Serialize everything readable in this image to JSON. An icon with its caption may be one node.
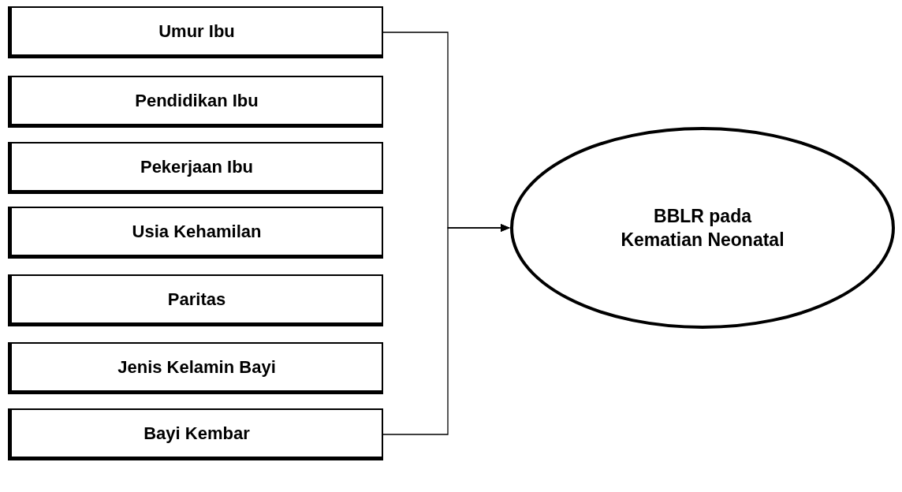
{
  "diagram": {
    "nodes": [
      {
        "text": [
          "Umur Ibu"
        ]
      },
      {
        "text": [
          "Pendidikan Ibu"
        ]
      },
      {
        "text": [
          "Pekerjaan Ibu"
        ]
      },
      {
        "text": [
          "Usia Kehamilan"
        ]
      },
      {
        "text": [
          "Paritas"
        ]
      },
      {
        "text": [
          "Jenis Kelamin Bayi"
        ]
      },
      {
        "text": [
          "Bayi Kembar"
        ]
      },
      {
        "text": [
          "BBLR pada Kematian Neonatal"
        ]
      }
    ],
    "edges": [
      {
        "from": 0,
        "to": 7,
        "arrow": "to"
      },
      {
        "from": 6,
        "to": 7,
        "arrow": "to"
      }
    ]
  }
}
